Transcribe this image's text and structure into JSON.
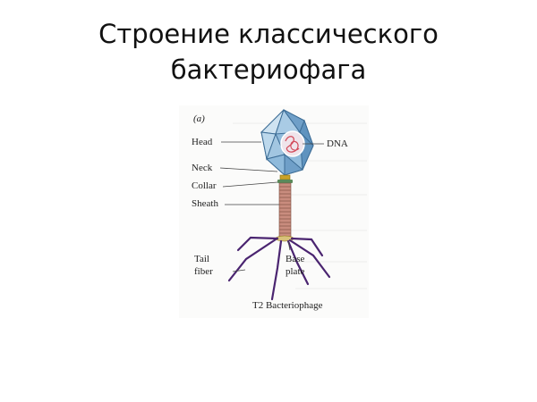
{
  "slide": {
    "title_line1": "Строение классического",
    "title_line2": "бактериофага"
  },
  "figure": {
    "panel_label": "(a)",
    "labels": {
      "head": "Head",
      "dna": "DNA",
      "neck": "Neck",
      "collar": "Collar",
      "sheath": "Sheath",
      "tail_fiber_1": "Tail",
      "tail_fiber_2": "fiber",
      "base_plate_1": "Base",
      "base_plate_2": "plate"
    },
    "caption": "T2 Bacteriophage",
    "colors": {
      "capsid_light": "#bcd8ec",
      "capsid_mid": "#8fbadb",
      "capsid_dark": "#5f93bf",
      "dna": "#d24a5a",
      "collar": "#c9a227",
      "sheath": "#c98c7e",
      "sheath_top": "#5a8a5a",
      "tail_fiber": "#4a2470"
    }
  }
}
